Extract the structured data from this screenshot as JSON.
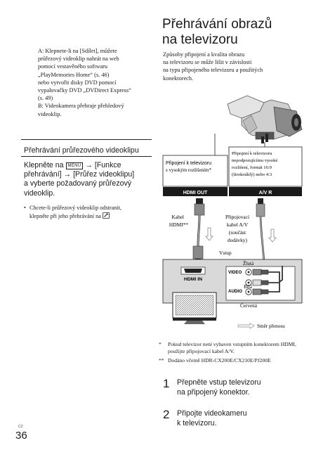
{
  "left": {
    "notes": [
      "A: Klepnete-li na [Sdílet], můžete",
      "průřezový videoklip nahrát na web",
      "pomocí vestavěného softwaru",
      "„PlayMemories Home“ (s. 46)",
      "nebo vytvořit disky DVD pomocí",
      "vypalovačky DVD „DVDirect Express“",
      "(s. 49)",
      "B: Videokamera přehraje přehledový",
      "videoklip."
    ],
    "section_title": "Přehrávání průřezového videoklipu",
    "instruction_lines": [
      "Klepněte na",
      "MENU",
      "→ [Funkce",
      "přehrávání] → [Průřez videoklipu]",
      "a vyberte požadovaný průřezový",
      "videoklip."
    ],
    "bullet": [
      "Chcete-li průřezový videoklip odstranit,",
      "klepněte při jeho přehrávání na"
    ],
    "bullet_dot": "•",
    "page_lang": "CZ",
    "page_number": "36"
  },
  "right": {
    "title_lines": [
      "Přehrávání obrazů",
      "na televizoru"
    ],
    "intro": [
      "Způsoby připojení a kvalita obrazu",
      "na televizoru se může lišit v závislosti",
      "na typu připojeného televizoru a použitých",
      "konektorech."
    ],
    "diagram": {
      "box_hd": [
        "Připojení k televizoru",
        "s vysokým rozlišením*"
      ],
      "box_sd": [
        "Připojení k televizoru",
        "nepodporujícímu vysoké",
        "rozlišení, formát 16:9",
        "(širokoúhlý) nebo 4:3"
      ],
      "hdmi_out": "HDMI OUT",
      "av_r": "A/V R",
      "cable_hdmi": [
        "Kabel",
        "HDMI**"
      ],
      "cable_av": [
        "Připojovací",
        "kabel A/V",
        "(součást",
        "dodávky)"
      ],
      "input": "Vstup",
      "hdmi_in": "HDMI IN",
      "yellow": "Žlutá",
      "video": "VIDEO",
      "white": "Bílá",
      "audio": "AUDIO",
      "red": "Červená",
      "flow": "Směr přenosu"
    },
    "footnotes": [
      {
        "mark": "*",
        "text": "Pokud televizor není vybaven vstupním konektorem HDMI, použijte připojovací kabel A/V."
      },
      {
        "mark": "**",
        "text": "Dodáno včetně HDR-CX200E/CX210E/PJ200E"
      }
    ],
    "steps": [
      {
        "num": "1",
        "lines": [
          "Přepněte vstup televizoru",
          "na připojený konektor."
        ]
      },
      {
        "num": "2",
        "lines": [
          "Připojte videokameru",
          "k televizoru."
        ]
      }
    ]
  },
  "colors": {
    "text": "#1a1a1a",
    "diagram_gray": "#888888",
    "light_gray": "#d9d9d9",
    "connector_dark": "#222222"
  }
}
